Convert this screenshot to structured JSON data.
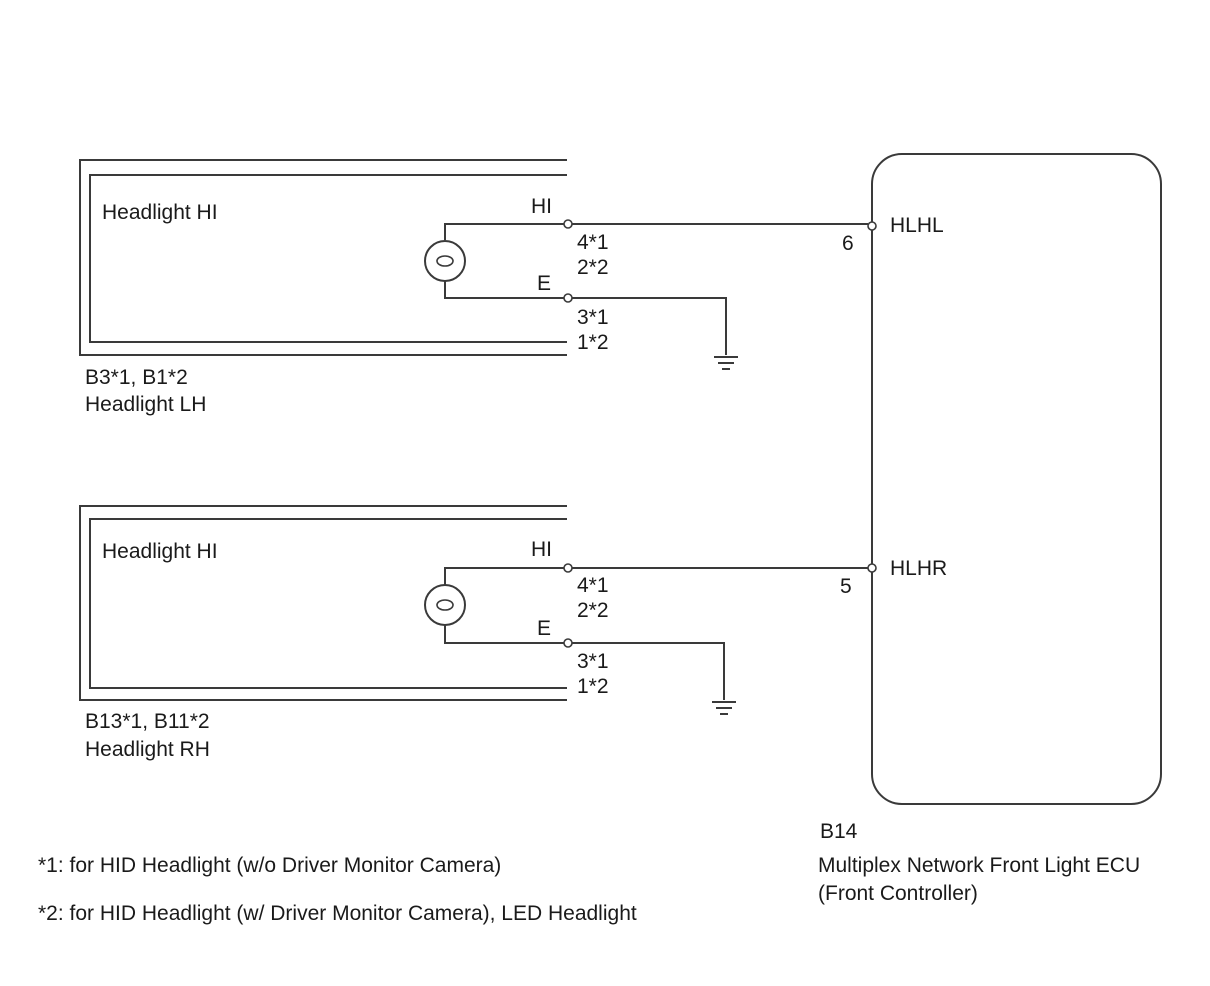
{
  "lh_unit": {
    "inner_label": "Headlight HI",
    "pin_hi": "HI",
    "pin_e": "E",
    "pin_hi_num_1": "4*1",
    "pin_hi_num_2": "2*2",
    "pin_e_num_1": "3*1",
    "pin_e_num_2": "1*2",
    "connector": "B3*1, B1*2",
    "name": "Headlight LH"
  },
  "rh_unit": {
    "inner_label": "Headlight HI",
    "pin_hi": "HI",
    "pin_e": "E",
    "pin_hi_num_1": "4*1",
    "pin_hi_num_2": "2*2",
    "pin_e_num_1": "3*1",
    "pin_e_num_2": "1*2",
    "connector": "B13*1, B11*2",
    "name": "Headlight RH"
  },
  "ecu": {
    "terminal_left": "HLHL",
    "terminal_left_pin": "6",
    "terminal_right": "HLHR",
    "terminal_right_pin": "5",
    "connector": "B14",
    "name_line1": "Multiplex Network Front Light ECU",
    "name_line2": "(Front Controller)"
  },
  "notes": {
    "note1": "*1: for HID Headlight (w/o Driver Monitor Camera)",
    "note2": "*2: for HID Headlight (w/ Driver Monitor Camera), LED Headlight"
  },
  "icons": [
    "bulb-icon",
    "ground-icon"
  ]
}
